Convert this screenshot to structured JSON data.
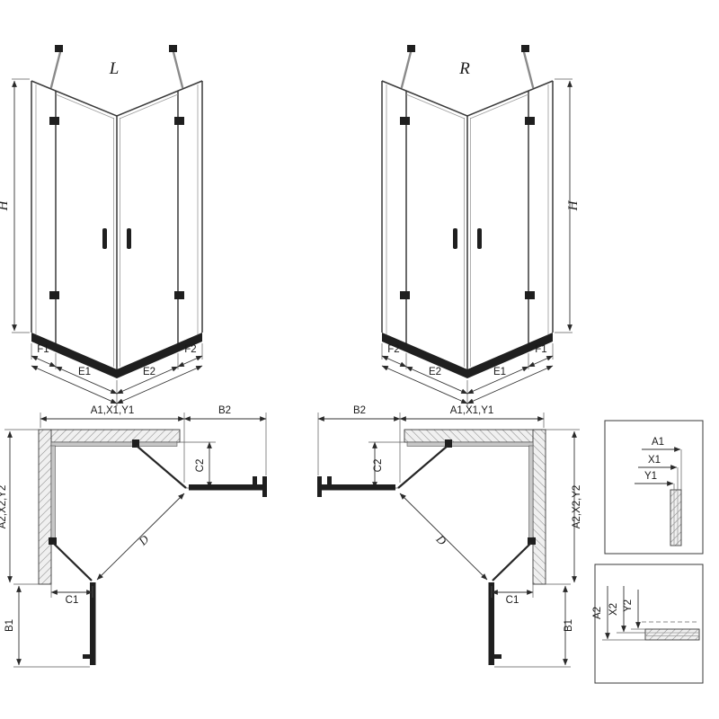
{
  "colors": {
    "background": "#ffffff",
    "ink": "#1f1f1f",
    "line": "#3a3a3a",
    "hatch": "#8a8a8a"
  },
  "front_views": {
    "left": {
      "variant": "L",
      "height": "H",
      "seg1": "F1",
      "seg2": "E1",
      "seg3": "E2",
      "seg4": "F2"
    },
    "right": {
      "variant": "R",
      "height": "H",
      "seg1": "F2",
      "seg2": "E2",
      "seg3": "E1",
      "seg4": "F1"
    }
  },
  "plan_views": {
    "left": {
      "top_a": "A1,X1,Y1",
      "top_b": "B2",
      "c2": "C2",
      "side": "A2,X2,Y2",
      "c1": "C1",
      "b1": "B1",
      "d": "D"
    },
    "right": {
      "top_a": "A1,X1,Y1",
      "top_b": "B2",
      "c2": "C2",
      "side": "A2,X2,Y2",
      "c1": "C1",
      "b1": "B1",
      "d": "D"
    }
  },
  "details": {
    "top": {
      "a1": "A1",
      "x1": "X1",
      "y1": "Y1"
    },
    "bottom": {
      "a2": "A2",
      "x2": "X2",
      "y2": "Y2"
    }
  }
}
